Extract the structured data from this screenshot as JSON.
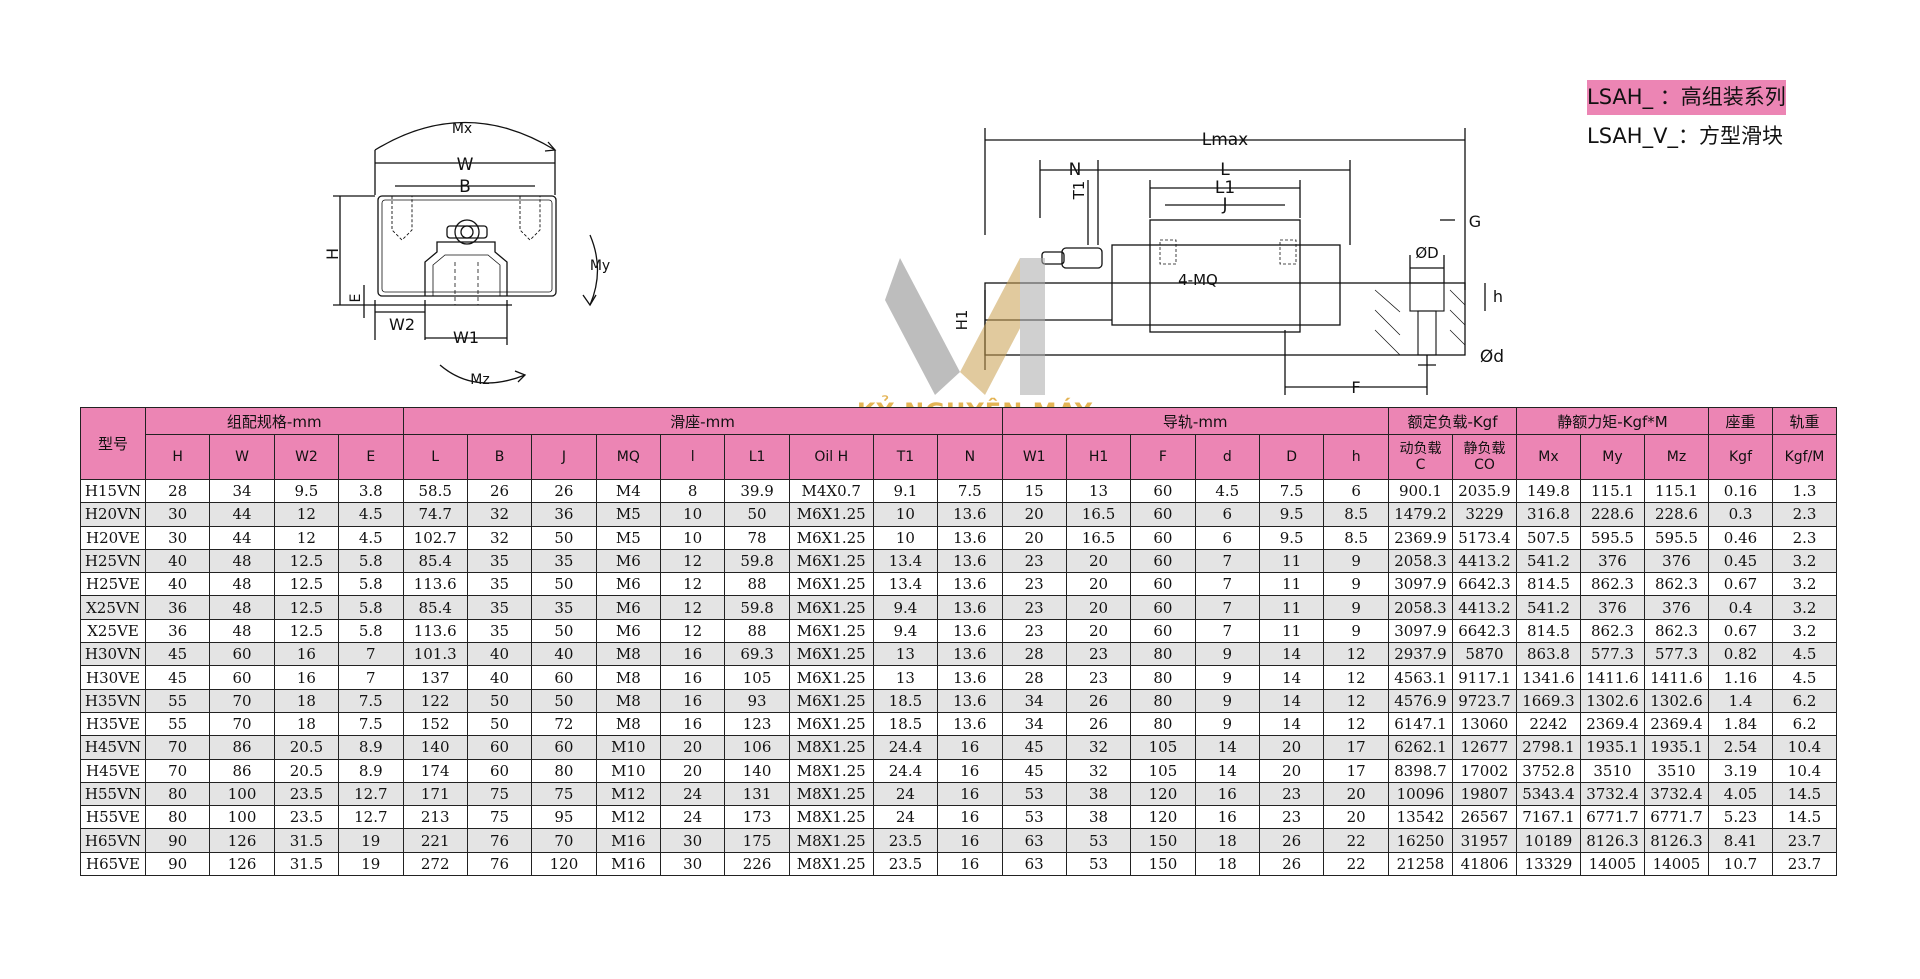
{
  "legend": {
    "line1": "LSAH_ ：高组装系列",
    "line2": "LSAH_V_：方型滑块"
  },
  "watermark": "KỶ NGUYÊN MÁY",
  "drawing_labels": {
    "front": {
      "mx": "Mx",
      "w": "W",
      "b": "B",
      "h": "H",
      "e": "E",
      "w2": "W2",
      "w1": "W1",
      "my": "My",
      "mz": "Mz"
    },
    "side": {
      "lmax": "Lmax",
      "n": "N",
      "t1": "T1",
      "l": "L",
      "l1": "L1",
      "j": "J",
      "mq": "4-MQ",
      "h1": "H1",
      "g": "G",
      "phi_d_big": "ØD",
      "h_small": "h",
      "phi_d_small": "Ød",
      "f": "F"
    }
  },
  "table": {
    "group_headers": {
      "model": "型号",
      "assembly": "组配规格-mm",
      "block": "滑座-mm",
      "rail": "导轨-mm",
      "rated_load": "额定负载-Kgf",
      "static_moment": "静额力矩-Kgf*M",
      "block_weight": "座重",
      "rail_weight": "轨重"
    },
    "sub_headers": {
      "H": "H",
      "W": "W",
      "W2": "W2",
      "E": "E",
      "L": "L",
      "B": "B",
      "J": "J",
      "MQ": "MQ",
      "l": "l",
      "L1": "L1",
      "OilH": "Oil H",
      "T1": "T1",
      "N": "N",
      "W1": "W1",
      "H1": "H1",
      "F": "F",
      "d": "d",
      "D": "D",
      "h": "h",
      "C_label": "动负载",
      "C": "C",
      "C0_label": "静负载",
      "C0": "CO",
      "Mx": "Mx",
      "My": "My",
      "Mz": "Mz",
      "Kgf": "Kgf",
      "KgfM": "Kgf/M"
    },
    "rows": [
      [
        "H15VN",
        "28",
        "34",
        "9.5",
        "3.8",
        "58.5",
        "26",
        "26",
        "M4",
        "8",
        "39.9",
        "M4X0.7",
        "9.1",
        "7.5",
        "15",
        "13",
        "60",
        "4.5",
        "7.5",
        "6",
        "900.1",
        "2035.9",
        "149.8",
        "115.1",
        "115.1",
        "0.16",
        "1.3"
      ],
      [
        "H20VN",
        "30",
        "44",
        "12",
        "4.5",
        "74.7",
        "32",
        "36",
        "M5",
        "10",
        "50",
        "M6X1.25",
        "10",
        "13.6",
        "20",
        "16.5",
        "60",
        "6",
        "9.5",
        "8.5",
        "1479.2",
        "3229",
        "316.8",
        "228.6",
        "228.6",
        "0.3",
        "2.3"
      ],
      [
        "H20VE",
        "30",
        "44",
        "12",
        "4.5",
        "102.7",
        "32",
        "50",
        "M5",
        "10",
        "78",
        "M6X1.25",
        "10",
        "13.6",
        "20",
        "16.5",
        "60",
        "6",
        "9.5",
        "8.5",
        "2369.9",
        "5173.4",
        "507.5",
        "595.5",
        "595.5",
        "0.46",
        "2.3"
      ],
      [
        "H25VN",
        "40",
        "48",
        "12.5",
        "5.8",
        "85.4",
        "35",
        "35",
        "M6",
        "12",
        "59.8",
        "M6X1.25",
        "13.4",
        "13.6",
        "23",
        "20",
        "60",
        "7",
        "11",
        "9",
        "2058.3",
        "4413.2",
        "541.2",
        "376",
        "376",
        "0.45",
        "3.2"
      ],
      [
        "H25VE",
        "40",
        "48",
        "12.5",
        "5.8",
        "113.6",
        "35",
        "50",
        "M6",
        "12",
        "88",
        "M6X1.25",
        "13.4",
        "13.6",
        "23",
        "20",
        "60",
        "7",
        "11",
        "9",
        "3097.9",
        "6642.3",
        "814.5",
        "862.3",
        "862.3",
        "0.67",
        "3.2"
      ],
      [
        "X25VN",
        "36",
        "48",
        "12.5",
        "5.8",
        "85.4",
        "35",
        "35",
        "M6",
        "12",
        "59.8",
        "M6X1.25",
        "9.4",
        "13.6",
        "23",
        "20",
        "60",
        "7",
        "11",
        "9",
        "2058.3",
        "4413.2",
        "541.2",
        "376",
        "376",
        "0.4",
        "3.2"
      ],
      [
        "X25VE",
        "36",
        "48",
        "12.5",
        "5.8",
        "113.6",
        "35",
        "50",
        "M6",
        "12",
        "88",
        "M6X1.25",
        "9.4",
        "13.6",
        "23",
        "20",
        "60",
        "7",
        "11",
        "9",
        "3097.9",
        "6642.3",
        "814.5",
        "862.3",
        "862.3",
        "0.67",
        "3.2"
      ],
      [
        "H30VN",
        "45",
        "60",
        "16",
        "7",
        "101.3",
        "40",
        "40",
        "M8",
        "16",
        "69.3",
        "M6X1.25",
        "13",
        "13.6",
        "28",
        "23",
        "80",
        "9",
        "14",
        "12",
        "2937.9",
        "5870",
        "863.8",
        "577.3",
        "577.3",
        "0.82",
        "4.5"
      ],
      [
        "H30VE",
        "45",
        "60",
        "16",
        "7",
        "137",
        "40",
        "60",
        "M8",
        "16",
        "105",
        "M6X1.25",
        "13",
        "13.6",
        "28",
        "23",
        "80",
        "9",
        "14",
        "12",
        "4563.1",
        "9117.1",
        "1341.6",
        "1411.6",
        "1411.6",
        "1.16",
        "4.5"
      ],
      [
        "H35VN",
        "55",
        "70",
        "18",
        "7.5",
        "122",
        "50",
        "50",
        "M8",
        "16",
        "93",
        "M6X1.25",
        "18.5",
        "13.6",
        "34",
        "26",
        "80",
        "9",
        "14",
        "12",
        "4576.9",
        "9723.7",
        "1669.3",
        "1302.6",
        "1302.6",
        "1.4",
        "6.2"
      ],
      [
        "H35VE",
        "55",
        "70",
        "18",
        "7.5",
        "152",
        "50",
        "72",
        "M8",
        "16",
        "123",
        "M6X1.25",
        "18.5",
        "13.6",
        "34",
        "26",
        "80",
        "9",
        "14",
        "12",
        "6147.1",
        "13060",
        "2242",
        "2369.4",
        "2369.4",
        "1.84",
        "6.2"
      ],
      [
        "H45VN",
        "70",
        "86",
        "20.5",
        "8.9",
        "140",
        "60",
        "60",
        "M10",
        "20",
        "106",
        "M8X1.25",
        "24.4",
        "16",
        "45",
        "32",
        "105",
        "14",
        "20",
        "17",
        "6262.1",
        "12677",
        "2798.1",
        "1935.1",
        "1935.1",
        "2.54",
        "10.4"
      ],
      [
        "H45VE",
        "70",
        "86",
        "20.5",
        "8.9",
        "174",
        "60",
        "80",
        "M10",
        "20",
        "140",
        "M8X1.25",
        "24.4",
        "16",
        "45",
        "32",
        "105",
        "14",
        "20",
        "17",
        "8398.7",
        "17002",
        "3752.8",
        "3510",
        "3510",
        "3.19",
        "10.4"
      ],
      [
        "H55VN",
        "80",
        "100",
        "23.5",
        "12.7",
        "171",
        "75",
        "75",
        "M12",
        "24",
        "131",
        "M8X1.25",
        "24",
        "16",
        "53",
        "38",
        "120",
        "16",
        "23",
        "20",
        "10096",
        "19807",
        "5343.4",
        "3732.4",
        "3732.4",
        "4.05",
        "14.5"
      ],
      [
        "H55VE",
        "80",
        "100",
        "23.5",
        "12.7",
        "213",
        "75",
        "95",
        "M12",
        "24",
        "173",
        "M8X1.25",
        "24",
        "16",
        "53",
        "38",
        "120",
        "16",
        "23",
        "20",
        "13542",
        "26567",
        "7167.1",
        "6771.7",
        "6771.7",
        "5.23",
        "14.5"
      ],
      [
        "H65VN",
        "90",
        "126",
        "31.5",
        "19",
        "221",
        "76",
        "70",
        "M16",
        "30",
        "175",
        "M8X1.25",
        "23.5",
        "16",
        "63",
        "53",
        "150",
        "18",
        "26",
        "22",
        "16250",
        "31957",
        "10189",
        "8126.3",
        "8126.3",
        "8.41",
        "23.7"
      ],
      [
        "H65VE",
        "90",
        "126",
        "31.5",
        "19",
        "272",
        "76",
        "120",
        "M16",
        "30",
        "226",
        "M8X1.25",
        "23.5",
        "16",
        "63",
        "53",
        "150",
        "18",
        "26",
        "22",
        "21258",
        "41806",
        "13329",
        "14005",
        "14005",
        "10.7",
        "23.7"
      ]
    ]
  }
}
